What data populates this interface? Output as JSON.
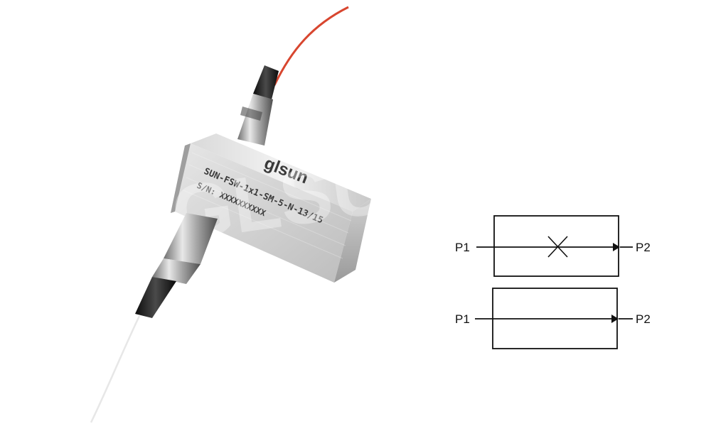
{
  "product": {
    "logo": "glsun",
    "model_text": "SUN-FSW-1x1-SM-5-N-13/15",
    "serial_text": "S/N: XXXXXXXXXX",
    "watermark": "GLSUN"
  },
  "diagram": {
    "top": {
      "left_port": "P1",
      "right_port": "P2",
      "state": "blocked"
    },
    "bottom": {
      "left_port": "P1",
      "right_port": "P2",
      "state": "pass"
    }
  }
}
